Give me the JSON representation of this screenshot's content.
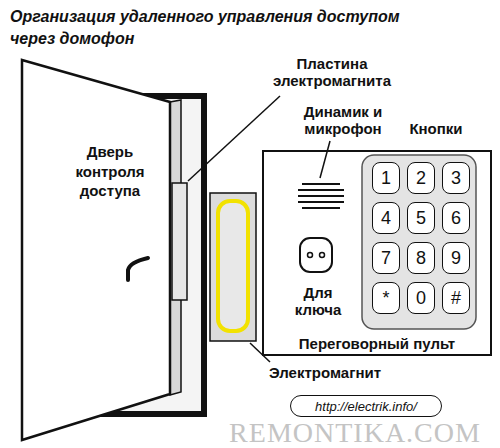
{
  "diagram": {
    "title": "Организация удаленного управления доступом через домофон",
    "nodes": [
      {
        "text": [
          "Дверь контроля доступа"
        ]
      },
      {
        "text": [
          "Переговорный пульт"
        ]
      },
      {
        "text": [
          "1"
        ],
        "in": 1
      },
      {
        "text": [
          "2"
        ],
        "in": 1
      },
      {
        "text": [
          "3"
        ],
        "in": 1
      },
      {
        "text": [
          "4"
        ],
        "in": 1
      },
      {
        "text": [
          "5"
        ],
        "in": 1
      },
      {
        "text": [
          "6"
        ],
        "in": 1
      },
      {
        "text": [
          "7"
        ],
        "in": 1
      },
      {
        "text": [
          "8"
        ],
        "in": 1
      },
      {
        "text": [
          "9"
        ],
        "in": 1
      },
      {
        "text": [
          "*"
        ],
        "in": 1
      },
      {
        "text": [
          "0"
        ],
        "in": 1
      },
      {
        "text": [
          "#"
        ],
        "in": 1
      },
      {
        "text": [
          "http://electrik.info/"
        ]
      }
    ],
    "labels": [
      "Пластина электромагнита",
      "Динамик и микрофон",
      "Кнопки",
      "Для ключа",
      "Электромагнит",
      "REMONTIKA.COM"
    ]
  }
}
